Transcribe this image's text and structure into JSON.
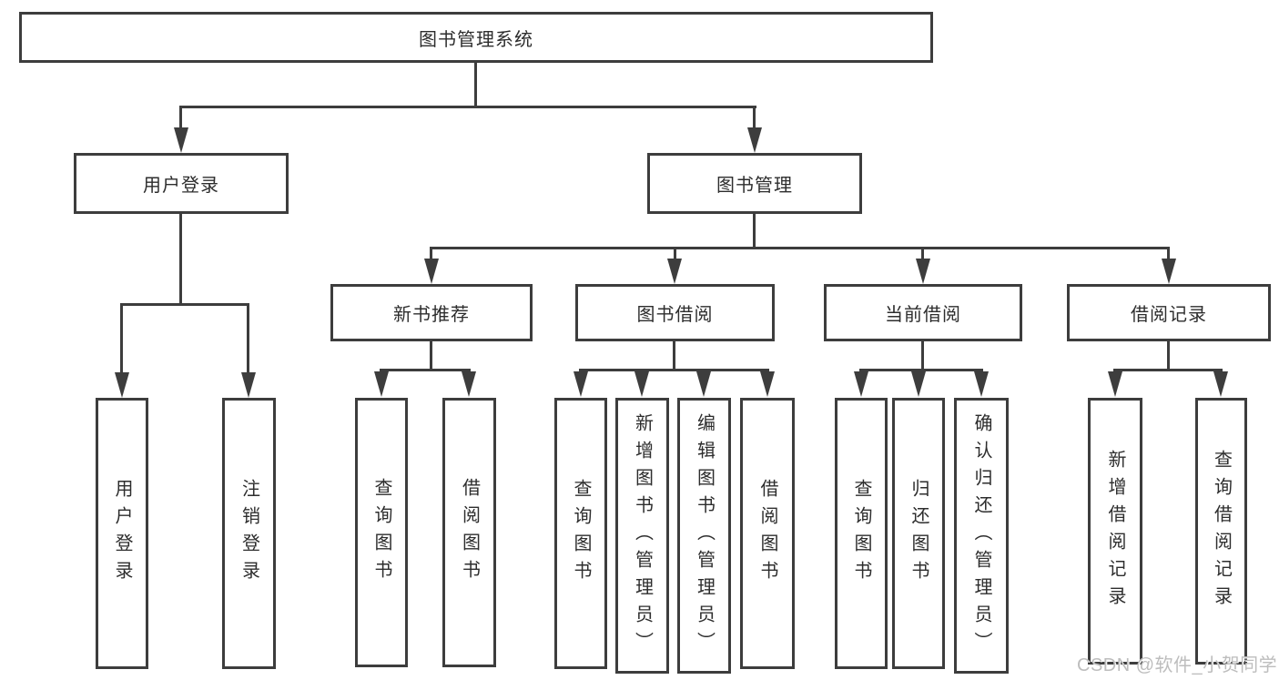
{
  "nodes": {
    "root": "图书管理系统",
    "user_login": "用户登录",
    "book_management": "图书管理",
    "new_book_recommend": "新书推荐",
    "book_borrowing": "图书借阅",
    "current_borrowing": "当前借阅",
    "borrowing_records": "借阅记录"
  },
  "leaves": {
    "login_user_login": "用户登录",
    "login_logout": "注销登录",
    "recommend_query_book": "查询图书",
    "recommend_borrow_book": "借阅图书",
    "borrowing_query_book": "查询图书",
    "borrowing_add_book_admin": "新增图书（管理员）",
    "borrowing_edit_book_admin": "编辑图书（管理员）",
    "borrowing_borrow_book": "借阅图书",
    "current_query_book": "查询图书",
    "current_return_book": "归还图书",
    "current_confirm_return_admin": "确认归还（管理员）",
    "records_add_record": "新增借阅记录",
    "records_query_record": "查询借阅记录"
  },
  "watermark": "CSDN @软件_小贺同学",
  "colors": {
    "line": "#3d3d3d",
    "text": "#2d2d2d",
    "background": "#ffffff",
    "watermark": "#bdbdbd"
  }
}
